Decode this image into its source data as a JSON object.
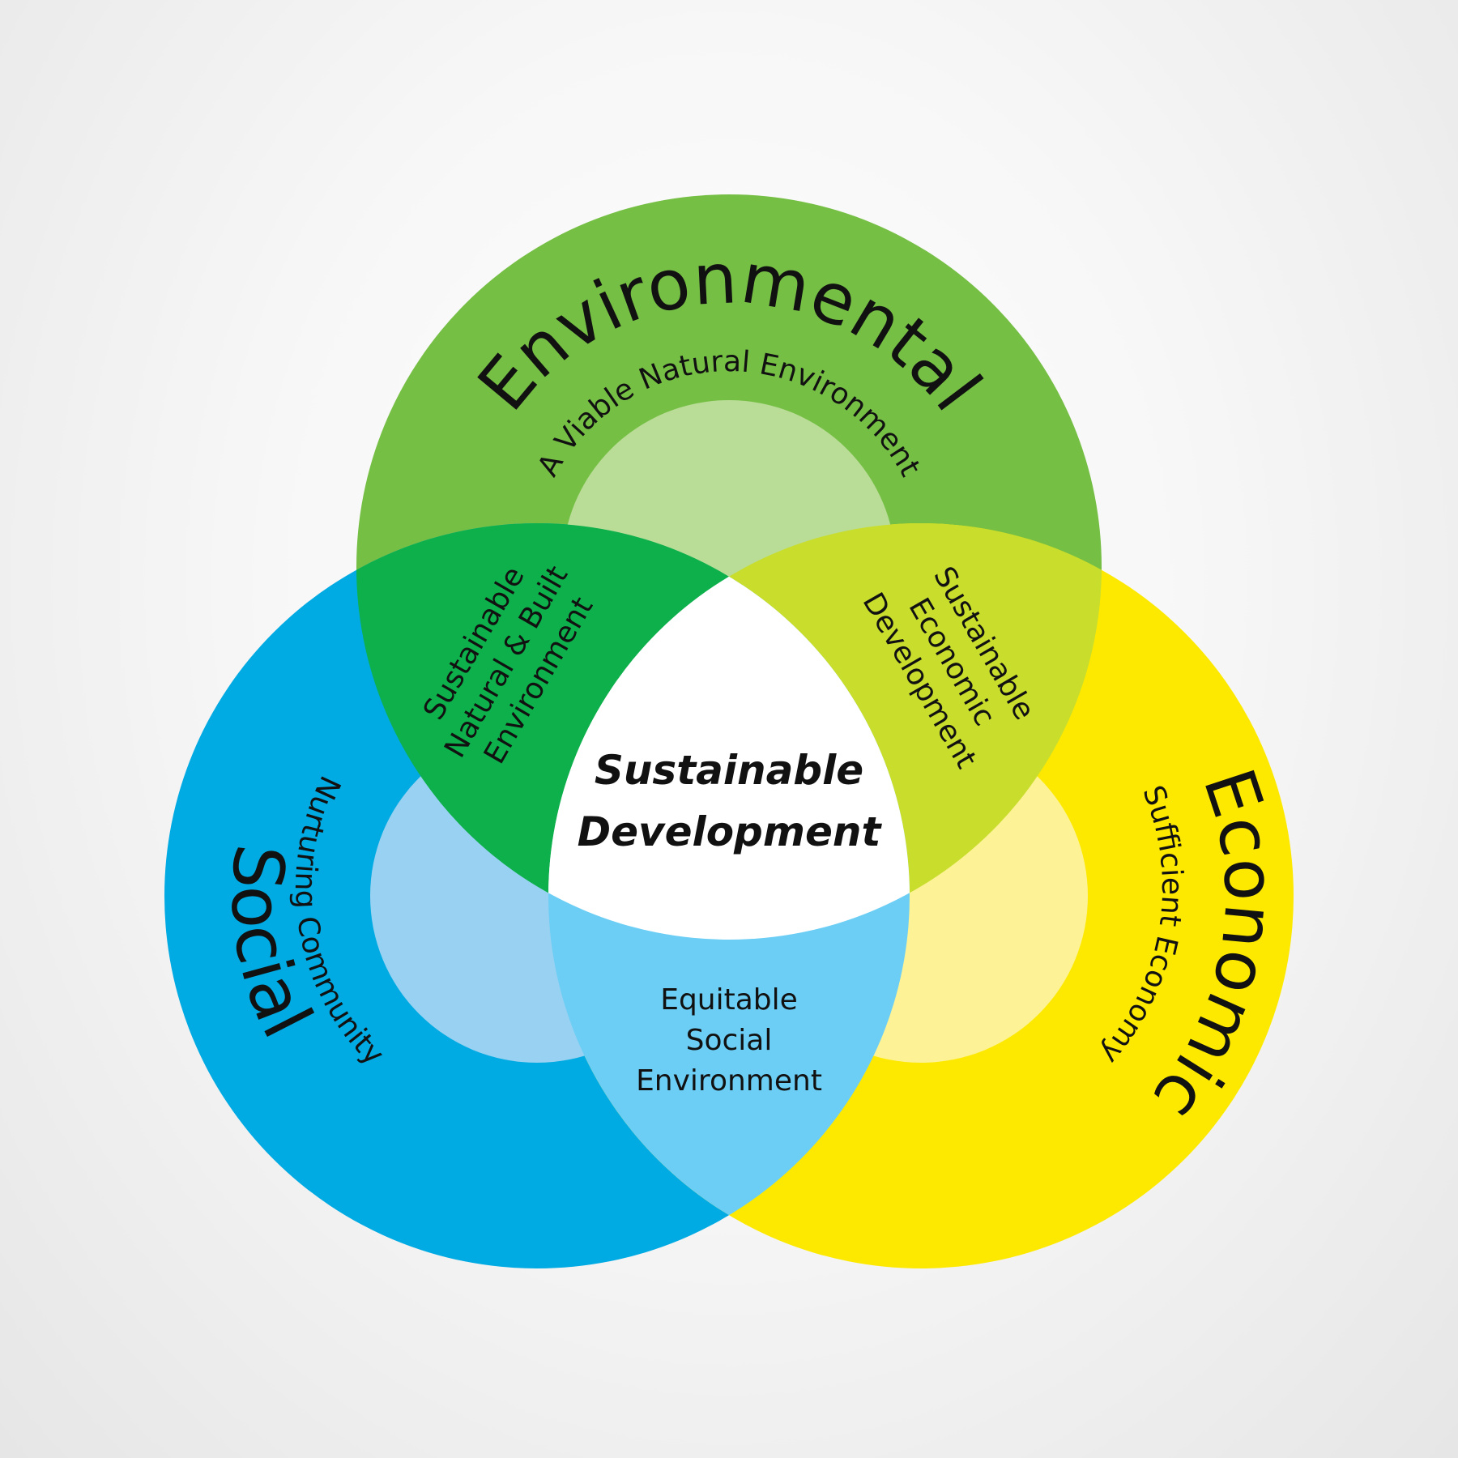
{
  "circles": [
    {
      "key": "environmental",
      "title": "Environmental",
      "subtitle": "A Viable Natural Environment",
      "color": "#76bf45",
      "inner_color": "#b9dd97"
    },
    {
      "key": "social",
      "title": "Social",
      "subtitle": "Nurturing Community",
      "color": "#00aae3",
      "inner_color": "#98d1f1"
    },
    {
      "key": "economic",
      "title": "Economic",
      "subtitle": "Sufficient Economy",
      "color": "#fde900",
      "inner_color": "#fdf296"
    }
  ],
  "overlaps": {
    "environmental_social": {
      "lines": [
        "Sustainable",
        "Natural & Built",
        "Environment"
      ],
      "color": "#0db04b"
    },
    "environmental_economic": {
      "lines": [
        "Sustainable",
        "Economic",
        "Development"
      ],
      "color": "#c8dd2c"
    },
    "social_economic": {
      "lines": [
        "Equitable",
        "Social",
        "Environment"
      ],
      "color": "#6ccef5"
    }
  },
  "center": {
    "lines": [
      "Sustainable",
      "Development"
    ],
    "color": "#ffffff"
  }
}
